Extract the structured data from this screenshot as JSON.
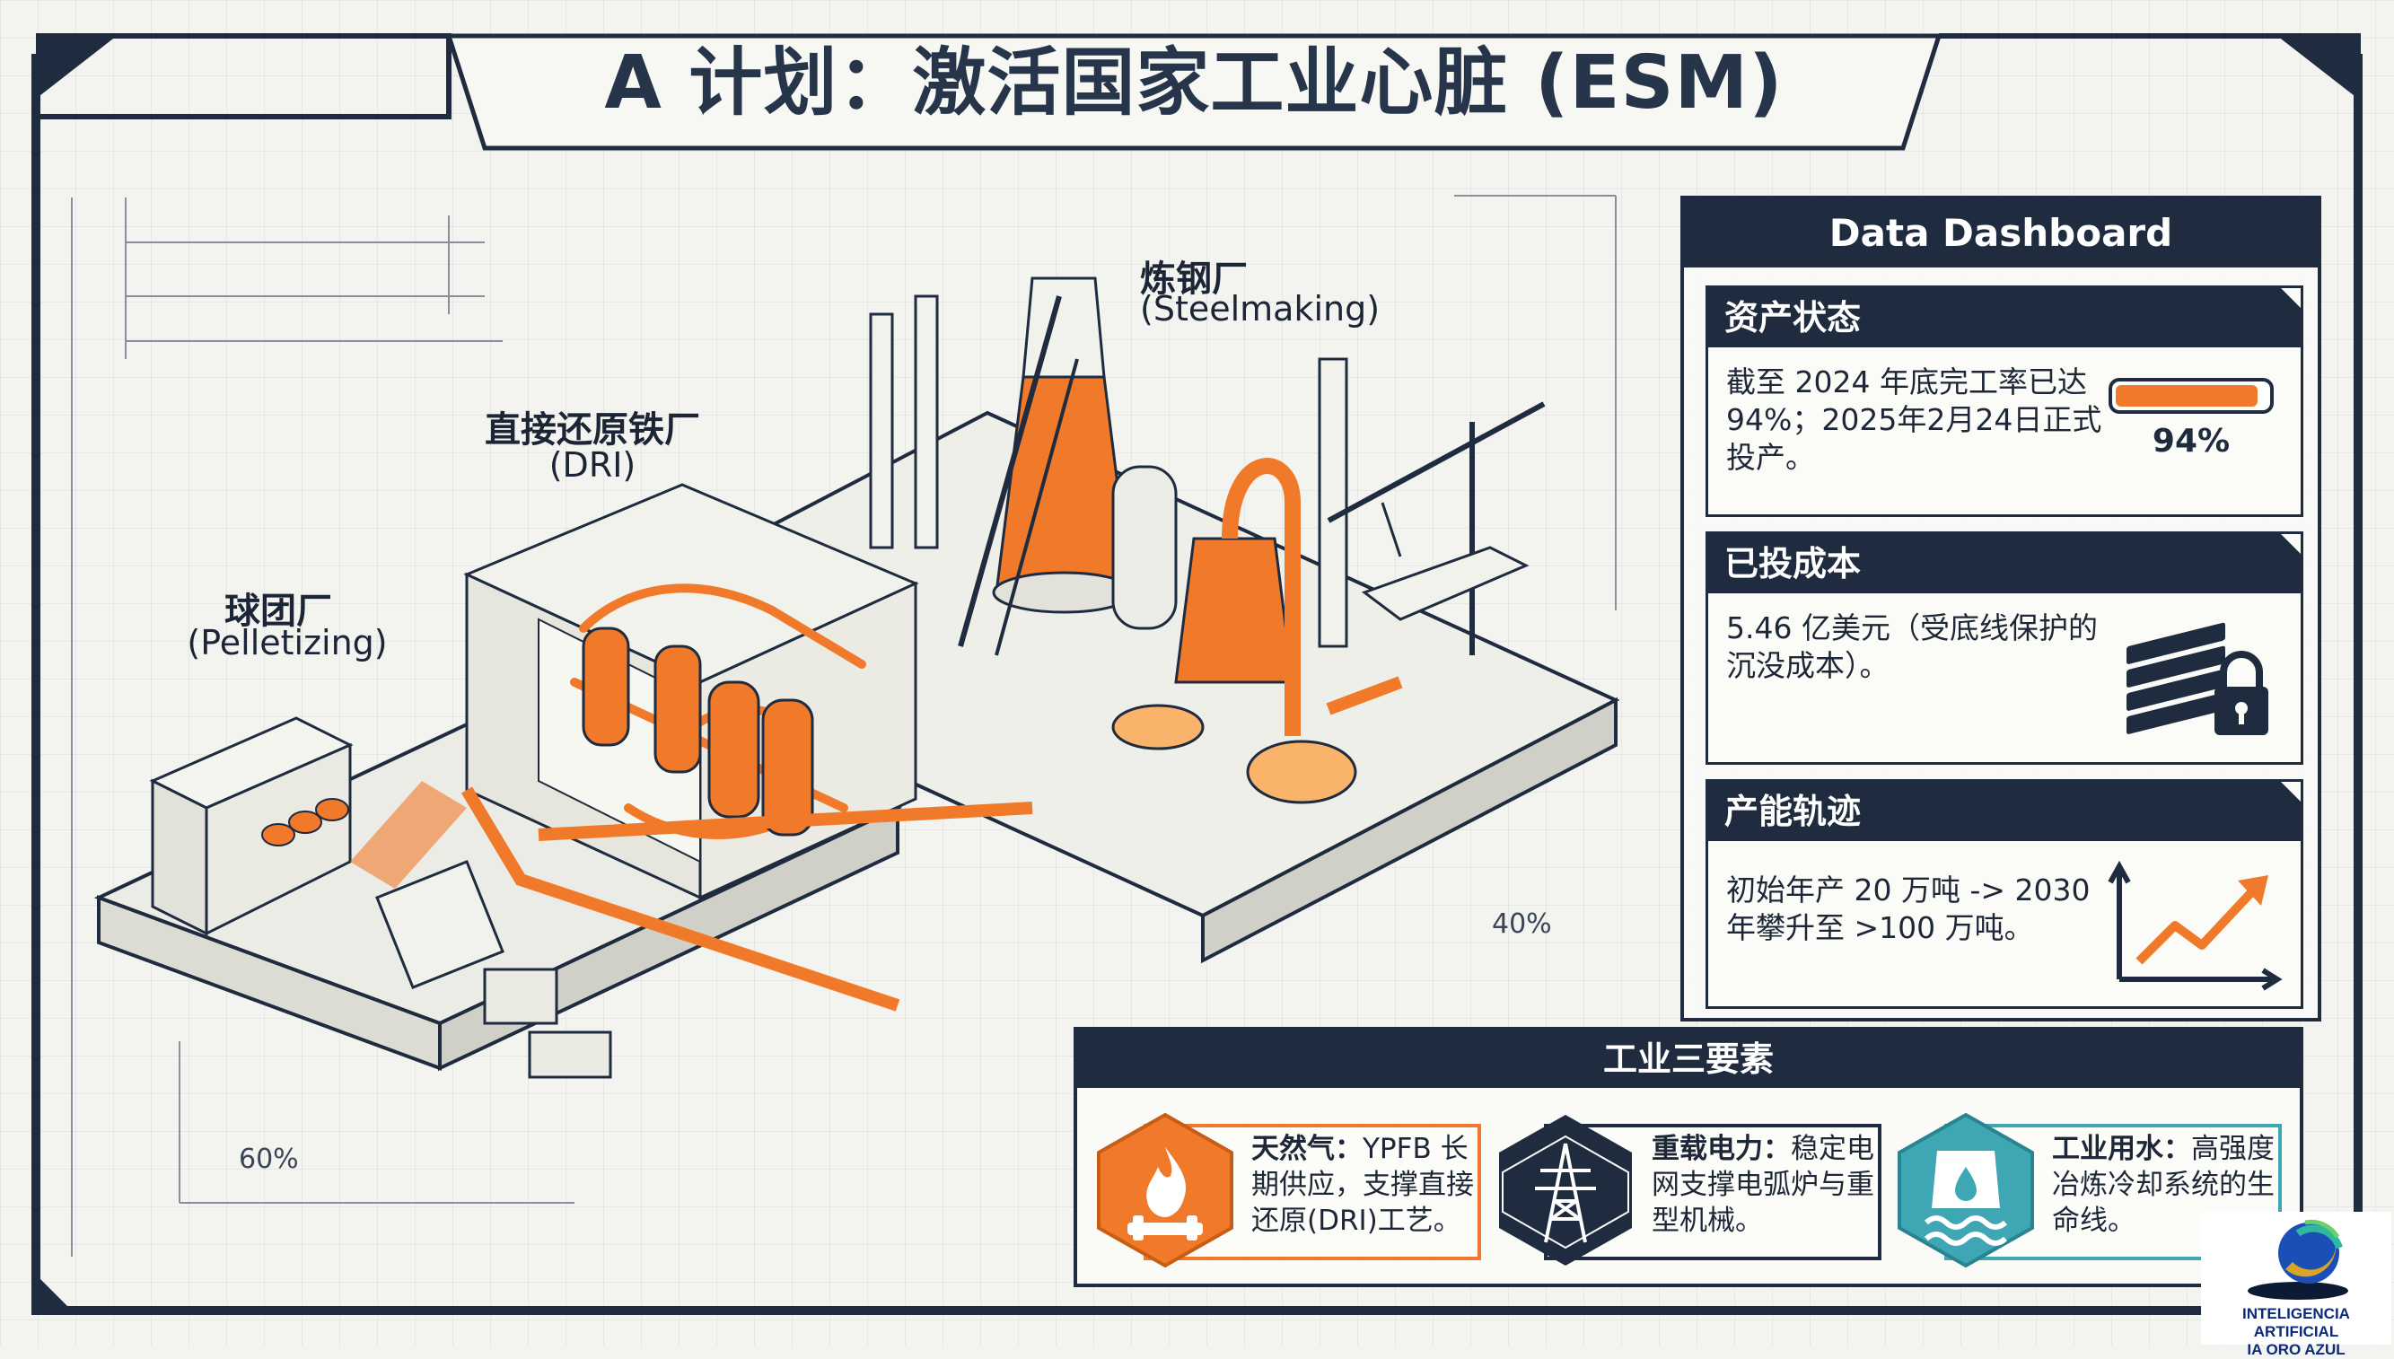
{
  "title": "A 计划：激活国家工业心脏 (ESM)",
  "plants": {
    "steel_zh": "炼钢厂",
    "steel_en": "(Steelmaking)",
    "dri_zh": "直接还原铁厂",
    "dri_en": "(DRI)",
    "pellet_zh": "球团厂",
    "pellet_en": "(Pelletizing)"
  },
  "annotations": {
    "pct_40": "40%",
    "pct_60": "60%"
  },
  "dashboard": {
    "title": "Data Dashboard",
    "asset": {
      "heading": "资产状态",
      "text": "截至 2024 年底完工率已达 94%；2025年2月24日正式投产。",
      "progress": 0.94,
      "progress_label": "94%"
    },
    "cost": {
      "heading": "已投成本",
      "text": "5.46 亿美元（受底线保护的沉没成本）。",
      "icon": "money-lock-icon"
    },
    "capacity": {
      "heading": "产能轨迹",
      "text": "初始年产 20 万吨 -> 2030 年攀升至 >100 万吨。",
      "icon": "trend-up-icon"
    }
  },
  "elements": {
    "title": "工业三要素",
    "items": [
      {
        "label": "天然气：",
        "text": "YPFB 长期供应，支撑直接还原(DRI)工艺。",
        "icon": "gas-flame-icon",
        "color": "#f07a2a"
      },
      {
        "label": "重载电力：",
        "text": "稳定电网支撑电弧炉与重型机械。",
        "icon": "power-tower-icon",
        "color": "#1f2b3e"
      },
      {
        "label": "工业用水：",
        "text": "高强度冶炼冷却系统的生命线。",
        "icon": "water-icon",
        "color": "#3fa6b3"
      }
    ]
  },
  "logo": {
    "line1": "INTELIGENCIA ARTIFICIAL",
    "line2": "IA ORO AZUL"
  },
  "colors": {
    "navy": "#1f2b3e",
    "orange": "#f07a2a",
    "teal": "#3fa6b3"
  }
}
